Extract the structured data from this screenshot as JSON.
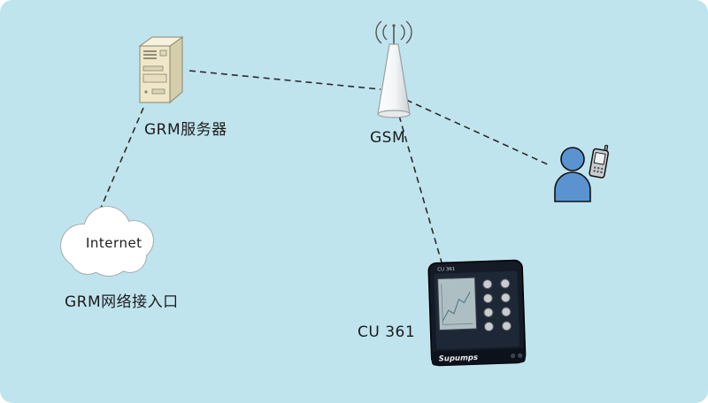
{
  "background": "#c0e4ee",
  "line_color": "#2b2b2b",
  "nodes": {
    "server": {
      "label": "GRM服务器"
    },
    "gsm": {
      "label": "GSM"
    },
    "internet": {
      "label": "Internet",
      "caption": "GRM网络接入口"
    },
    "controller": {
      "label": "CU 361",
      "panel_text": "CU 361",
      "brand": "Supumps"
    }
  },
  "connections": [
    {
      "from": "server",
      "to": "gsm"
    },
    {
      "from": "server",
      "to": "internet"
    },
    {
      "from": "gsm",
      "to": "user-phone"
    },
    {
      "from": "gsm",
      "to": "controller"
    }
  ]
}
